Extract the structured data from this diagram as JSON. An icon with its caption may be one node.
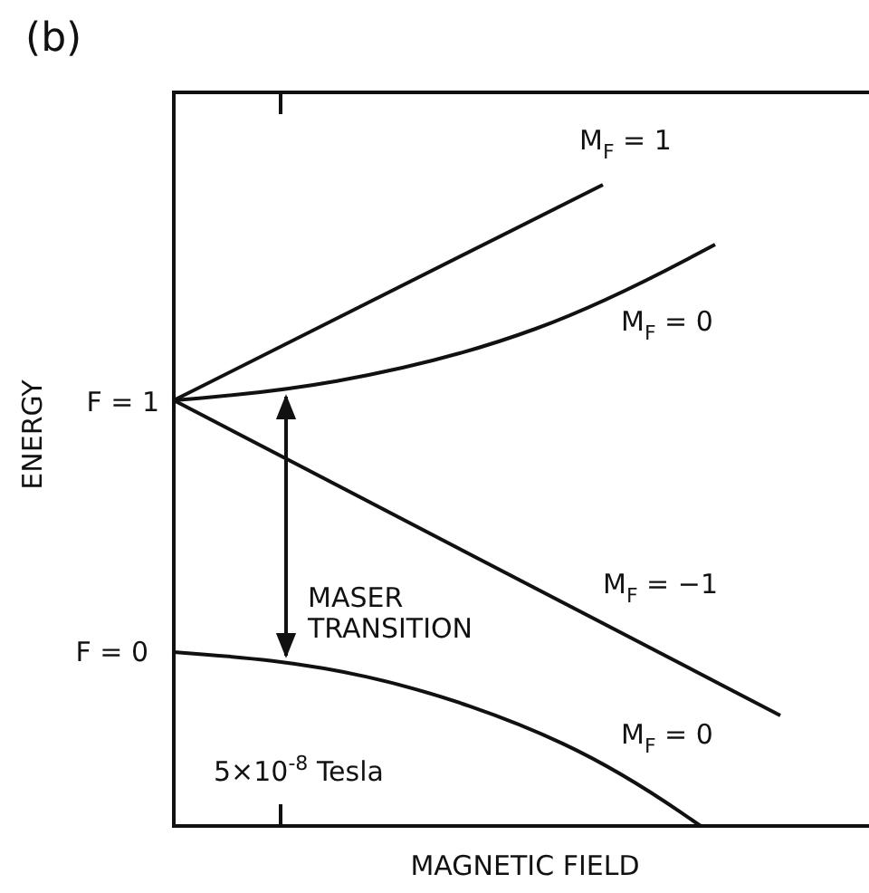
{
  "diagram": {
    "labels": [
      "(b)",
      "M$_{F}$ = 1",
      "M$_{F}$ = 0",
      "ENERGY",
      "F = 1",
      "MASER TRANSITION",
      "M$_{F}$ = −1",
      "F = 0",
      "M$_{F}$ = 0",
      "5×10$^{-8}$ Tesla",
      "MAGNETIC FIELD"
    ]
  }
}
